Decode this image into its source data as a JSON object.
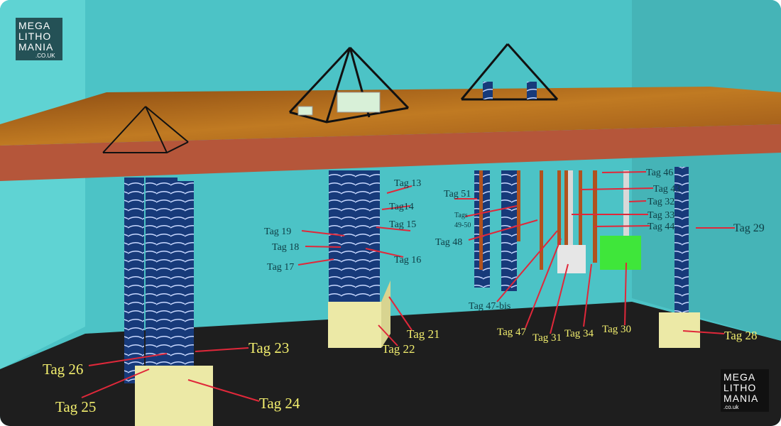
{
  "logo_top": {
    "lines": [
      "MEGA",
      "LITHO",
      "MANIA"
    ],
    "sub": ".CO.UK"
  },
  "logo_bottom": {
    "lines": [
      "MEGA",
      "LITHO",
      "MANIA"
    ],
    "sub": ".co.uk"
  },
  "labels": {
    "tag13": "Tag 13",
    "tag14": "Tag14",
    "tag15": "Tag 15",
    "tag16": "Tag 16",
    "tag17": "Tag 17",
    "tag18": "Tag 18",
    "tag19": "Tag 19",
    "tag21": "Tag 21",
    "tag22": "Tag 22",
    "tag23": "Tag 23",
    "tag24": "Tag 24",
    "tag25": "Tag 25",
    "tag26": "Tag 26",
    "tag28": "Tag 28",
    "tag29": "Tag 29",
    "tag30": "Tag 30",
    "tag31": "Tag 31",
    "tag32": "Tag 32",
    "tag33": "Tag 33",
    "tag34": "Tag 34",
    "tag43": "Tag 43",
    "tag44": "Tag 44",
    "tag46": "Tag 46",
    "tag47": "Tag 47",
    "tag47bis": "Tag 47-bis",
    "tag48": "Tag 48",
    "tags4950_a": "Tags",
    "tags4950_b": "49-50",
    "tag51": "Tag 51"
  },
  "colors": {
    "wall": "#4cc3c6",
    "floor": "#1e1e1e",
    "table_edge": "#b5563a",
    "leader": "#e0283a",
    "green_box": "#3fe63a"
  }
}
